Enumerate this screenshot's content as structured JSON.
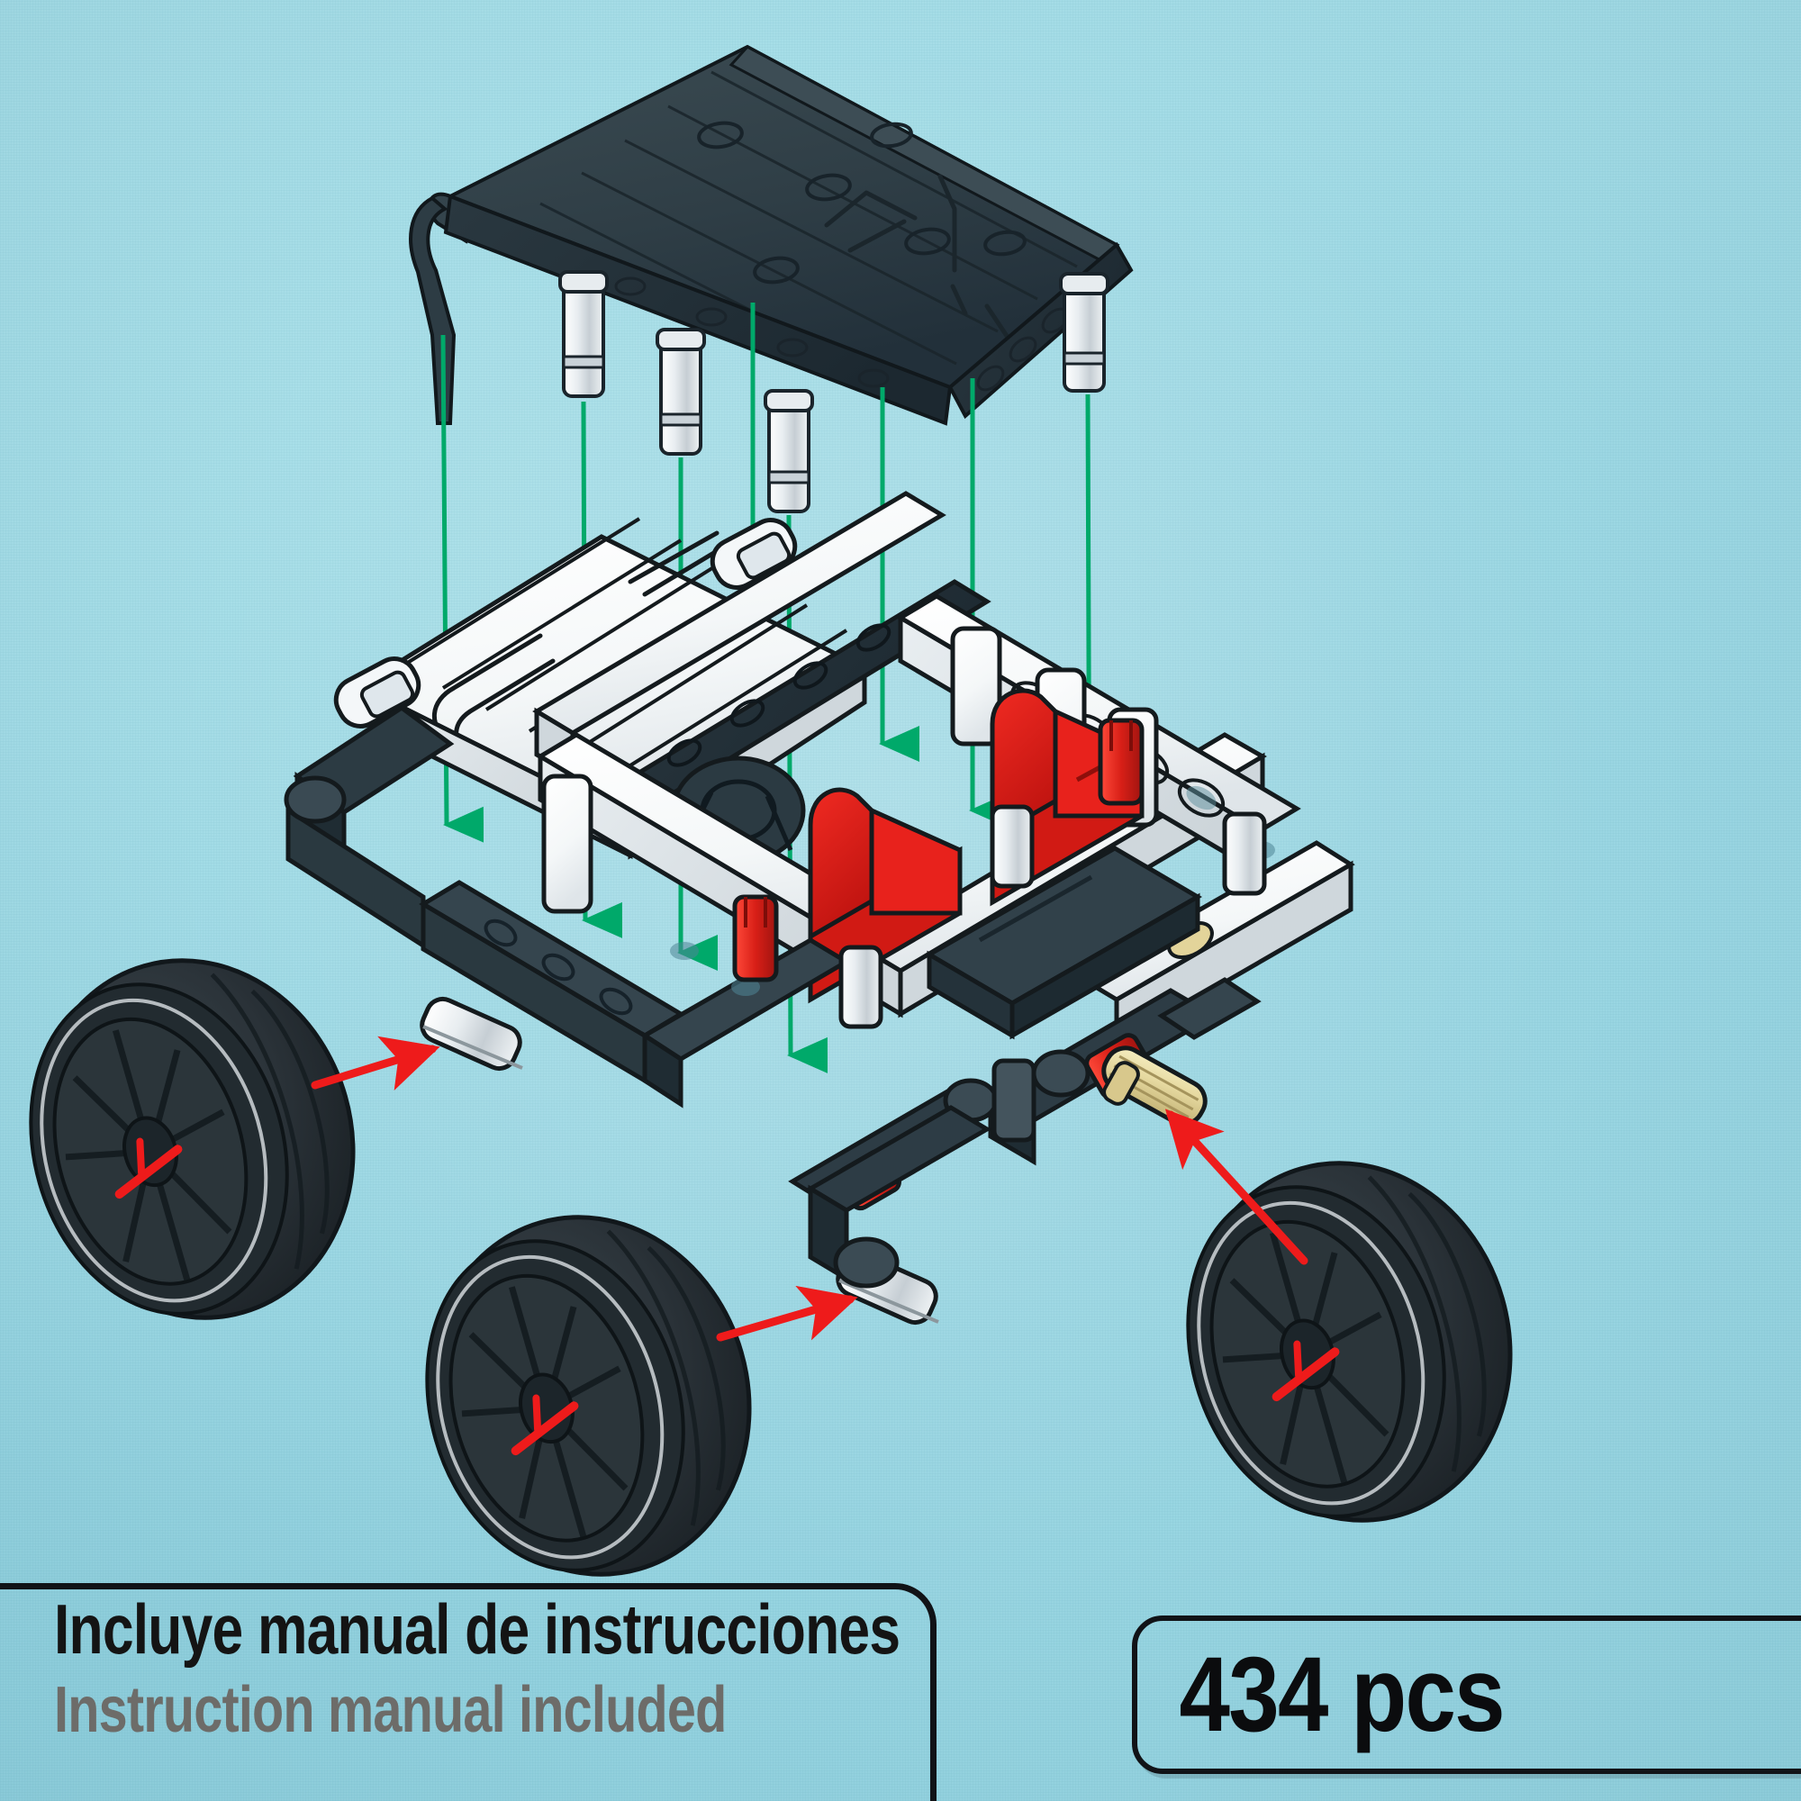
{
  "page": {
    "background_color": "#9fd9e4",
    "type": "product-packaging-illustration"
  },
  "illustration": {
    "name": "lego-technic-car-assembly-exploded-view",
    "colors": {
      "background": "#9fd9e4",
      "dark_slate": "#303f45",
      "dark_slate_shade": "#24313a",
      "white_part": "#fdfdfd",
      "white_shade": "#e2e6ea",
      "red_part": "#e02020",
      "red_shade": "#b01212",
      "tire_black": "#2b3338",
      "tire_dark": "#1d2428",
      "assembly_arrow_green": "#00a96a",
      "assembly_arrow_red": "#ee1b1b",
      "tan_axle": "#e8dca2",
      "outline": "#141a1d"
    },
    "parts": [
      {
        "name": "roof-canopy",
        "color": "#303f45"
      },
      {
        "name": "roof-support-pillar",
        "count": 6,
        "color": "#f2f5f7"
      },
      {
        "name": "chassis-frame",
        "color": "#fdfdfd"
      },
      {
        "name": "seat-left",
        "color": "#e02020"
      },
      {
        "name": "seat-right",
        "color": "#e02020"
      },
      {
        "name": "hood-panel",
        "color": "#fdfdfd"
      },
      {
        "name": "red-connector-pin",
        "count": 2,
        "color": "#e02020"
      },
      {
        "name": "tan-axle-connector",
        "count": 2,
        "color": "#e8dca2"
      },
      {
        "name": "wheel-front-left",
        "color": "#2b3338"
      },
      {
        "name": "wheel-front-right",
        "color": "#2b3338"
      },
      {
        "name": "wheel-rear-right",
        "color": "#2b3338"
      }
    ],
    "arrows": {
      "green_insertion_arrows": 8,
      "red_attachment_arrows": 3
    }
  },
  "manual_badge": {
    "name": "instruction-manual-badge",
    "line_es": "Incluye manual de instrucciones",
    "line_en": "Instruction manual included",
    "color_es": "#141414",
    "color_en": "#6d6c69"
  },
  "pieces_badge": {
    "name": "piece-count-badge",
    "label": "434 pcs",
    "count": 434,
    "unit": "pcs",
    "color": "#0b0c0e"
  }
}
